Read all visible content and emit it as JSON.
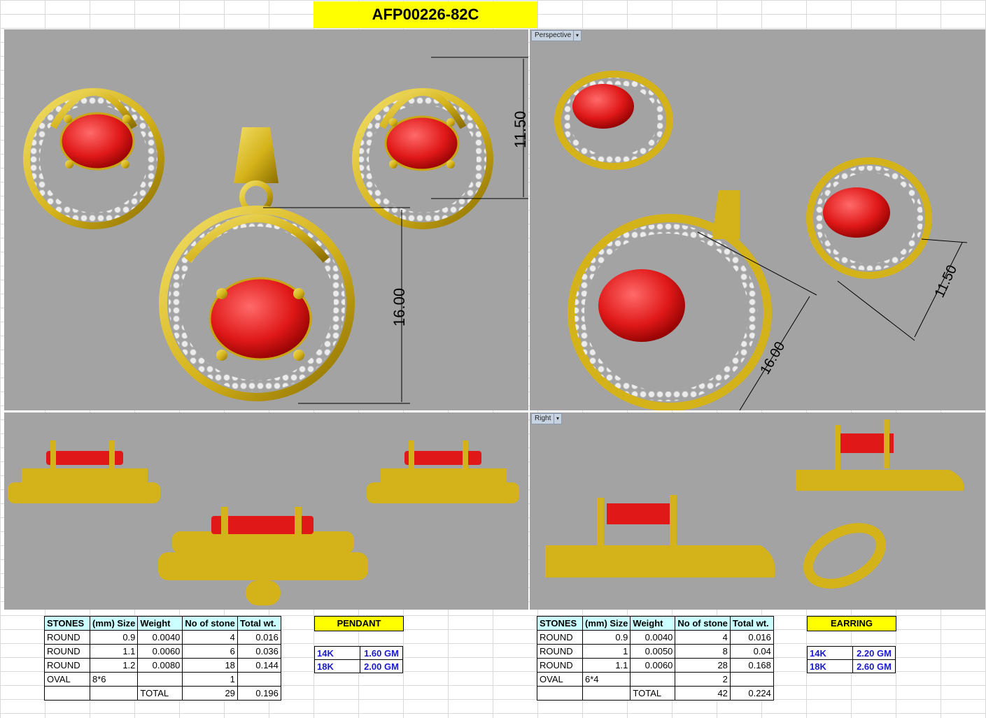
{
  "title": "AFP00226-82C",
  "viewports": {
    "top_left": {
      "label": "",
      "dimensions": [
        "11.50",
        "16.00"
      ]
    },
    "top_right": {
      "label": "Perspective",
      "dimensions": [
        "11.50",
        "16.00"
      ]
    },
    "bottom_left": {
      "label": ""
    },
    "bottom_right": {
      "label": "Right"
    }
  },
  "pendant_table": {
    "headers": [
      "STONES",
      "(mm) Size",
      "Weight",
      "No of stone",
      "Total wt."
    ],
    "rows": [
      [
        "ROUND",
        "0.9",
        "0.0040",
        "4",
        "0.016"
      ],
      [
        "ROUND",
        "1.1",
        "0.0060",
        "6",
        "0.036"
      ],
      [
        "ROUND",
        "1.2",
        "0.0080",
        "18",
        "0.144"
      ],
      [
        "OVAL",
        "8*6",
        "",
        "1",
        ""
      ],
      [
        "",
        "",
        "TOTAL",
        "29",
        "0.196"
      ]
    ]
  },
  "earring_table": {
    "headers": [
      "STONES",
      "(mm) Size",
      "Weight",
      "No of stone",
      "Total wt."
    ],
    "rows": [
      [
        "ROUND",
        "0.9",
        "0.0040",
        "4",
        "0.016"
      ],
      [
        "ROUND",
        "1",
        "0.0050",
        "8",
        "0.04"
      ],
      [
        "ROUND",
        "1.1",
        "0.0060",
        "28",
        "0.168"
      ],
      [
        "OVAL",
        "6*4",
        "",
        "2",
        ""
      ],
      [
        "",
        "",
        "TOTAL",
        "42",
        "0.224"
      ]
    ]
  },
  "pendant": {
    "label": "PENDANT",
    "gold": [
      {
        "karat": "14K",
        "weight": "1.60 GM"
      },
      {
        "karat": "18K",
        "weight": "2.00 GM"
      }
    ]
  },
  "earring": {
    "label": "EARRING",
    "gold": [
      {
        "karat": "14K",
        "weight": "2.20 GM"
      },
      {
        "karat": "18K",
        "weight": "2.60 GM"
      }
    ]
  },
  "colors": {
    "gold": "#d4b21a",
    "ruby": "#e01818",
    "viewport_bg": "#a3a3a3",
    "highlight": "#ffff00"
  }
}
